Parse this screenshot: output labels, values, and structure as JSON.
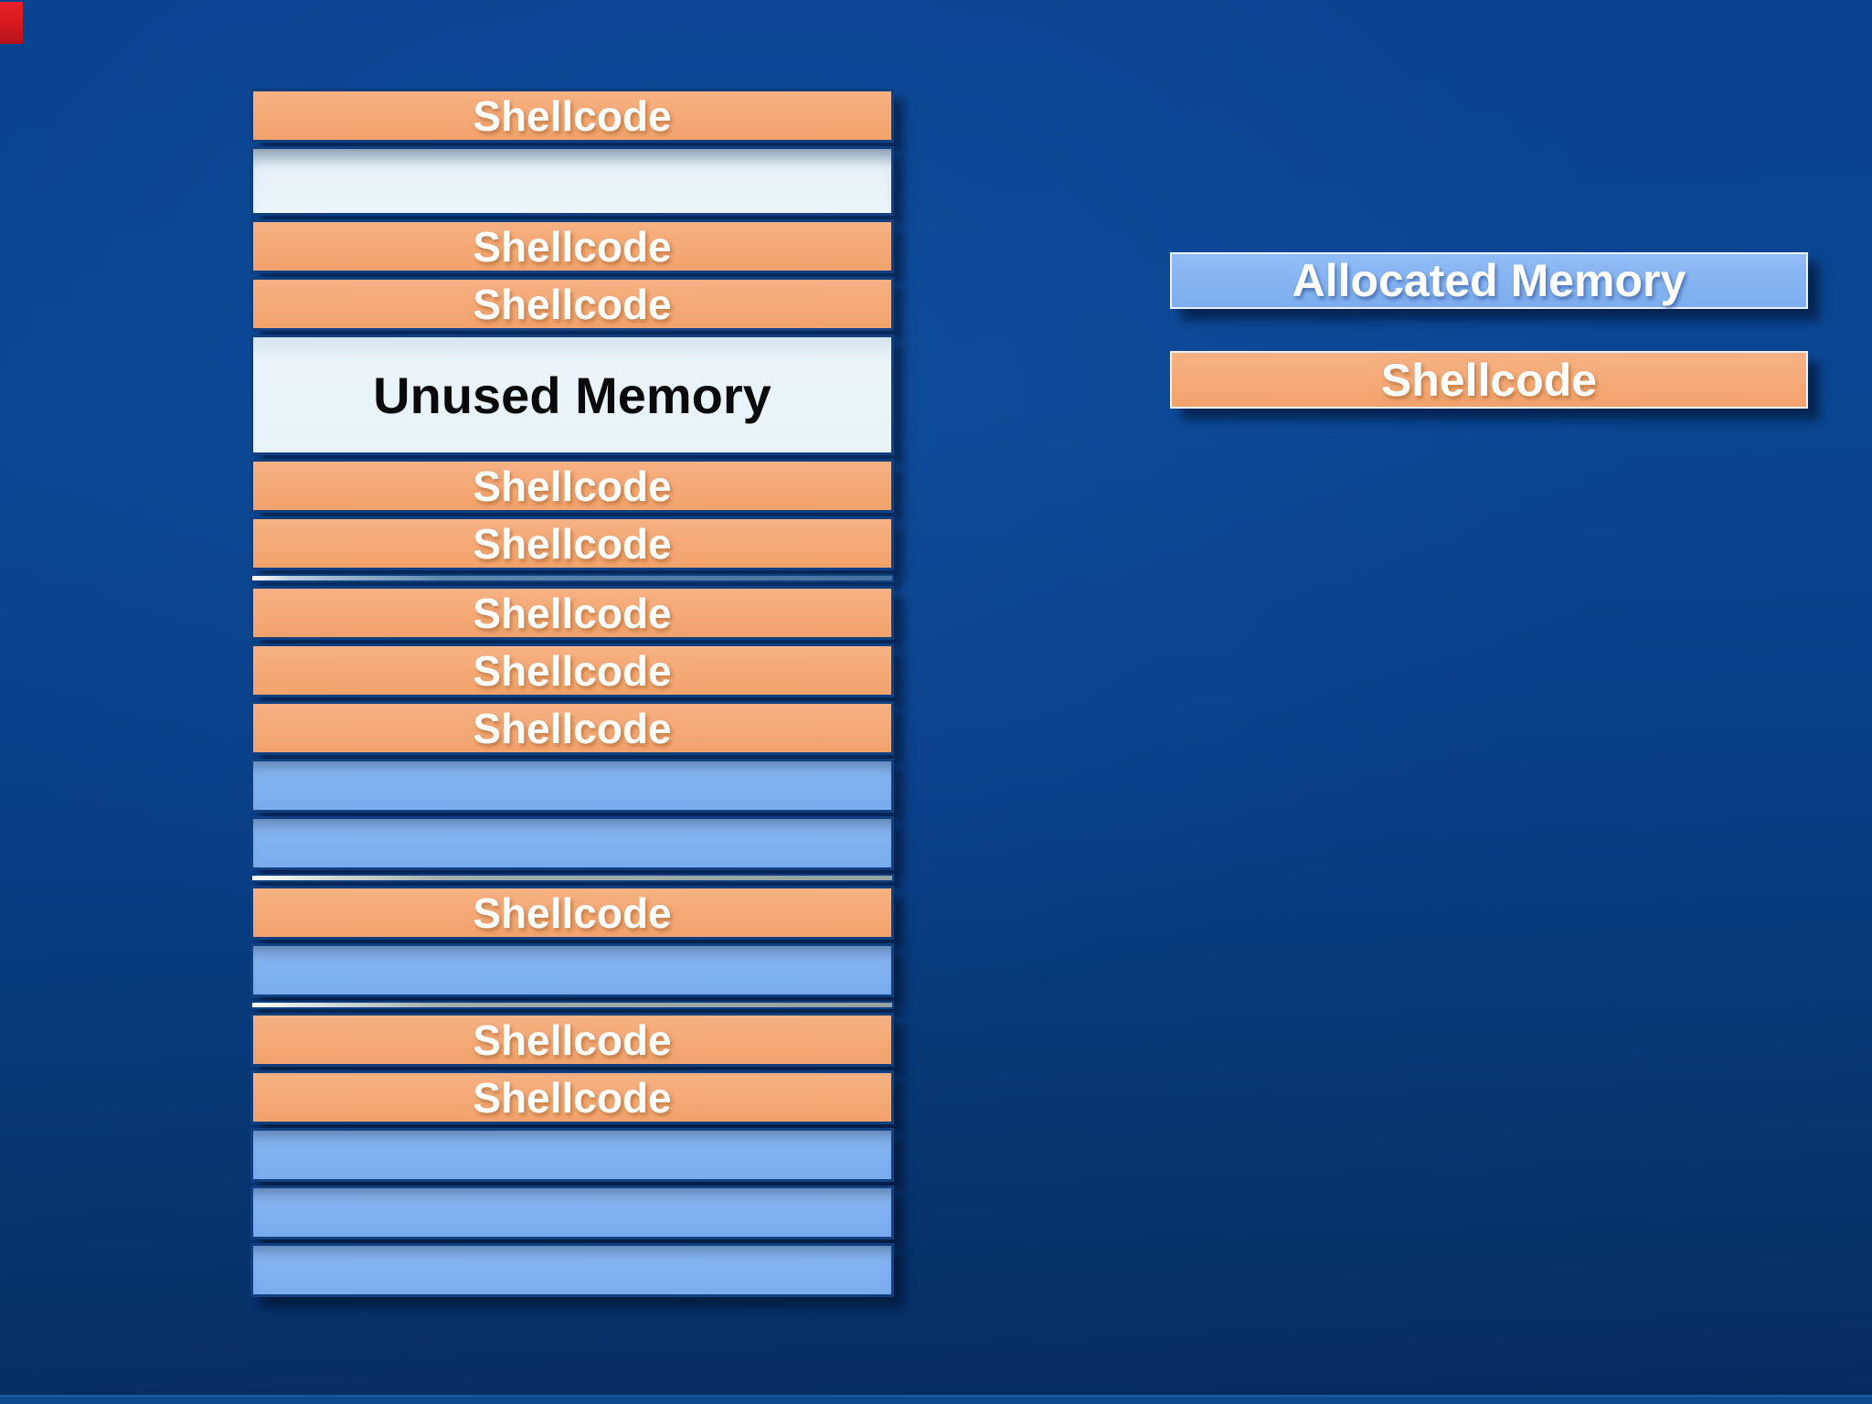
{
  "diagram": {
    "title": "heap-spray-memory-diagram",
    "memory_map": {
      "blocks": [
        {
          "type": "shellcode",
          "label": "Shellcode"
        },
        {
          "type": "free",
          "label": ""
        },
        {
          "type": "shellcode",
          "label": "Shellcode"
        },
        {
          "type": "shellcode",
          "label": "Shellcode"
        },
        {
          "type": "unused",
          "label": "Unused Memory"
        },
        {
          "type": "shellcode",
          "label": "Shellcode"
        },
        {
          "type": "shellcode",
          "label": "Shellcode"
        },
        {
          "type": "sliver-blue",
          "label": ""
        },
        {
          "type": "shellcode",
          "label": "Shellcode"
        },
        {
          "type": "shellcode",
          "label": "Shellcode"
        },
        {
          "type": "shellcode",
          "label": "Shellcode"
        },
        {
          "type": "allocated",
          "label": ""
        },
        {
          "type": "allocated",
          "label": ""
        },
        {
          "type": "sliver-gray",
          "label": ""
        },
        {
          "type": "shellcode",
          "label": "Shellcode"
        },
        {
          "type": "allocated",
          "label": ""
        },
        {
          "type": "sliver-gray",
          "label": ""
        },
        {
          "type": "shellcode",
          "label": "Shellcode"
        },
        {
          "type": "shellcode",
          "label": "Shellcode"
        },
        {
          "type": "allocated",
          "label": ""
        },
        {
          "type": "allocated",
          "label": ""
        },
        {
          "type": "allocated",
          "label": ""
        }
      ]
    },
    "legend": {
      "items": [
        {
          "type": "allocated",
          "label": "Allocated Memory"
        },
        {
          "type": "shellcode",
          "label": "Shellcode"
        }
      ]
    },
    "colors": {
      "background_top": "#0a4390",
      "background_bottom": "#052c61",
      "shellcode_fill": "#f5aa77",
      "allocated_fill": "#82b2f1",
      "unused_fill": "#eaf4fa",
      "block_border": "#10407f",
      "corner_marker_red": "#d5181f"
    }
  }
}
